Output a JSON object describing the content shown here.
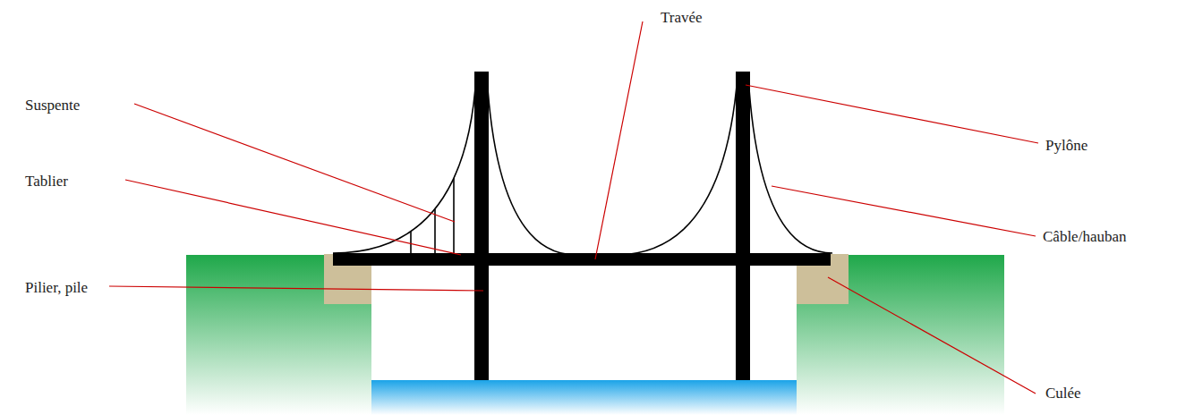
{
  "diagram": {
    "labels": [
      "Travée",
      "Suspente",
      "Pylône",
      "Tablier",
      "Câble/hauban",
      "Pilier, pile",
      "Culée"
    ]
  }
}
